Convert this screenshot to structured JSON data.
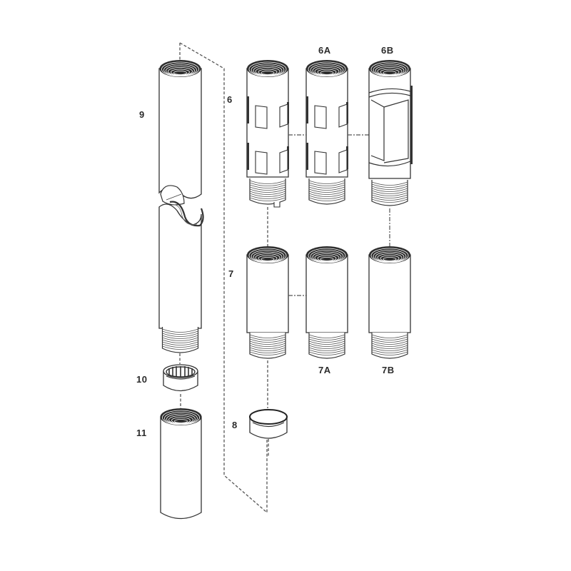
{
  "diagram": {
    "type": "exploded-parts-diagram",
    "subject": "pipe/tube assembly with couplings and fittings",
    "labels": {
      "part_9": "9",
      "part_10": "10",
      "part_11": "11",
      "part_6": "6",
      "part_6a": "6A",
      "part_6b": "6B",
      "part_7": "7",
      "part_7a": "7A",
      "part_7b": "7B",
      "part_8": "8"
    },
    "parts": [
      {
        "id": "9",
        "description": "long tube with internal threads at top, external threads at bottom, shown with break cutaway"
      },
      {
        "id": "10",
        "description": "ring / bushing with internal ribs"
      },
      {
        "id": "11",
        "description": "tube section with internal threaded top"
      },
      {
        "id": "6",
        "description": "threaded fitting with rectangular windows and bottom notch"
      },
      {
        "id": "6A",
        "description": "alternate threaded fitting with rectangular windows"
      },
      {
        "id": "6B",
        "description": "alternate threaded fitting with hexagonal body"
      },
      {
        "id": "7",
        "description": "threaded nipple / coupling"
      },
      {
        "id": "7A",
        "description": "alternate threaded nipple"
      },
      {
        "id": "7B",
        "description": "alternate threaded nipple"
      },
      {
        "id": "8",
        "description": "ring / gasket"
      }
    ],
    "colors": {
      "line": "#333333",
      "label": "#2b2b2b",
      "background": "#ffffff"
    }
  }
}
